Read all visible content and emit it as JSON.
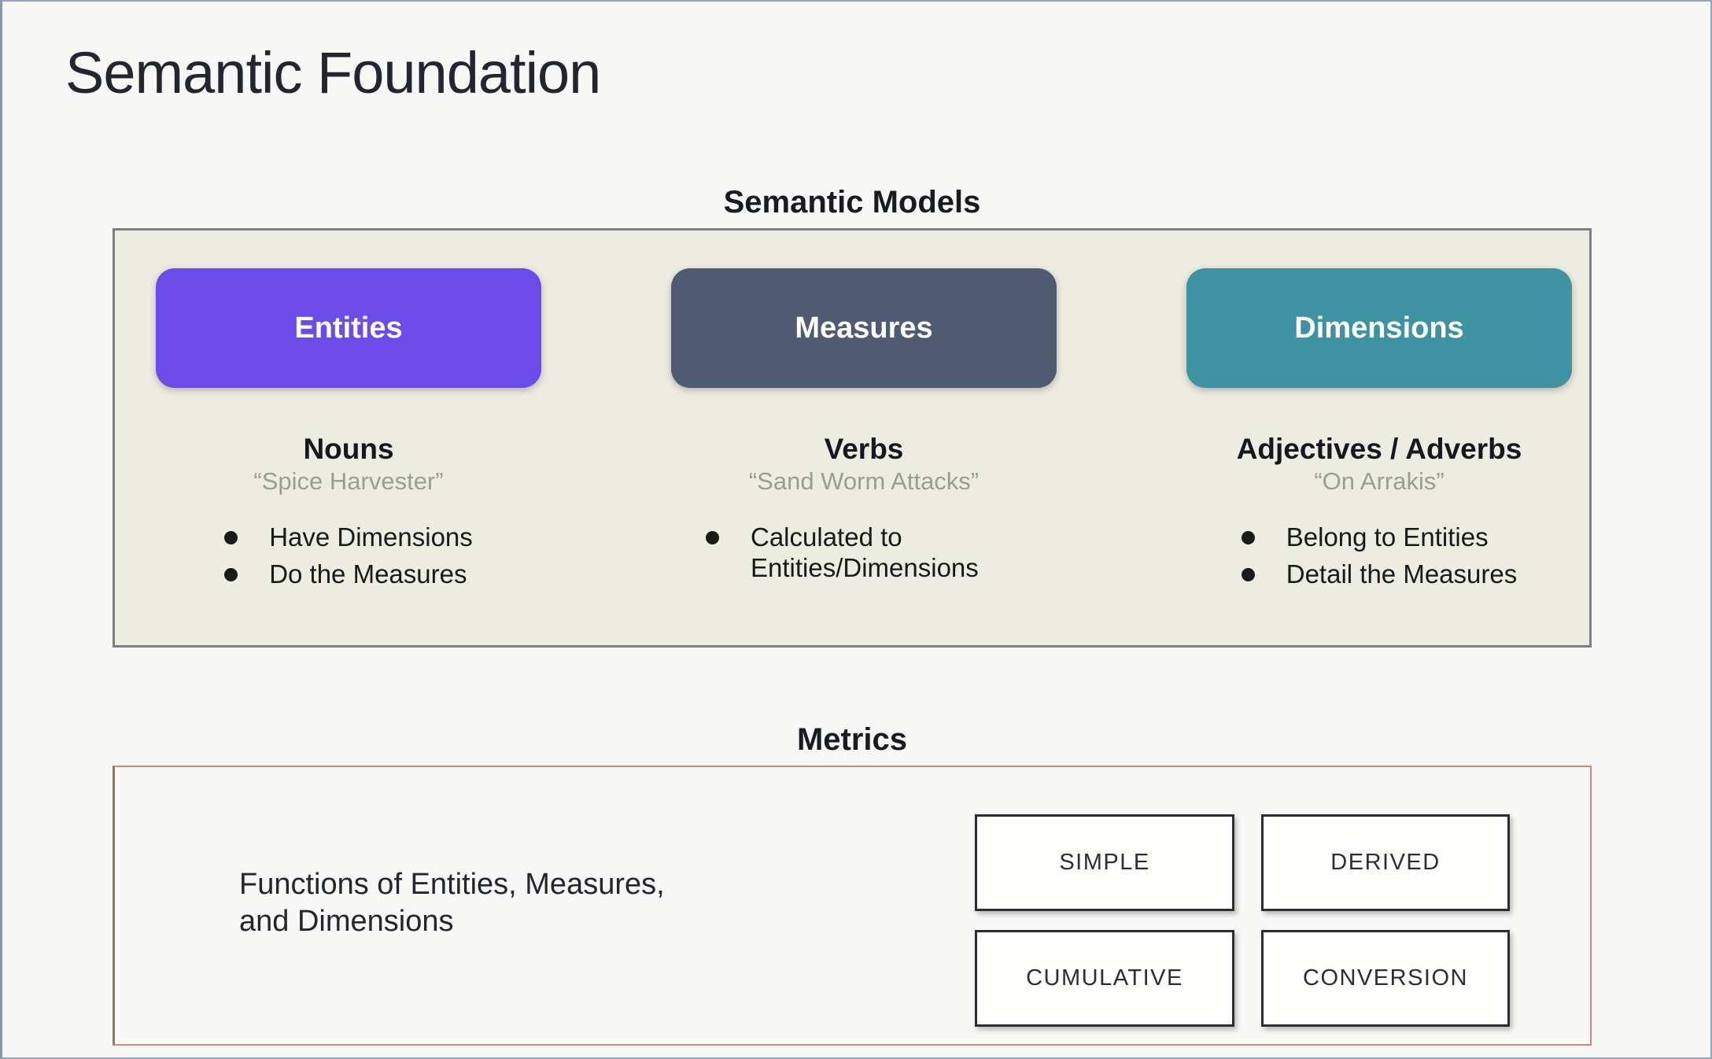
{
  "page": {
    "title": "Semantic Foundation"
  },
  "colors": {
    "entities_box": "#6b4ceb",
    "measures_box": "#4e5b72",
    "dimensions_box": "#3e93a2",
    "panel_background": "#edece1",
    "panel_border": "#7b7f85",
    "metrics_border": "#cc8a79"
  },
  "semantic_models": {
    "heading": "Semantic Models",
    "columns": [
      {
        "box_label": "Entities",
        "box_color": "#6b4ceb",
        "part_of_speech": "Nouns",
        "example": "“Spice Harvester”",
        "bullets": [
          "Have Dimensions",
          "Do the Measures"
        ]
      },
      {
        "box_label": "Measures",
        "box_color": "#4e5b72",
        "part_of_speech": "Verbs",
        "example": "“Sand Worm Attacks”",
        "bullets": [
          "Calculated to Entities/Dimensions"
        ]
      },
      {
        "box_label": "Dimensions",
        "box_color": "#3e93a2",
        "part_of_speech": "Adjectives / Adverbs",
        "example": "“On Arrakis”",
        "bullets": [
          "Belong to Entities",
          "Detail the Measures"
        ]
      }
    ]
  },
  "metrics": {
    "heading": "Metrics",
    "description_line1": "Functions of Entities, Measures,",
    "description_line2": "and Dimensions",
    "types": [
      "SIMPLE",
      "DERIVED",
      "CUMULATIVE",
      "CONVERSION"
    ]
  }
}
